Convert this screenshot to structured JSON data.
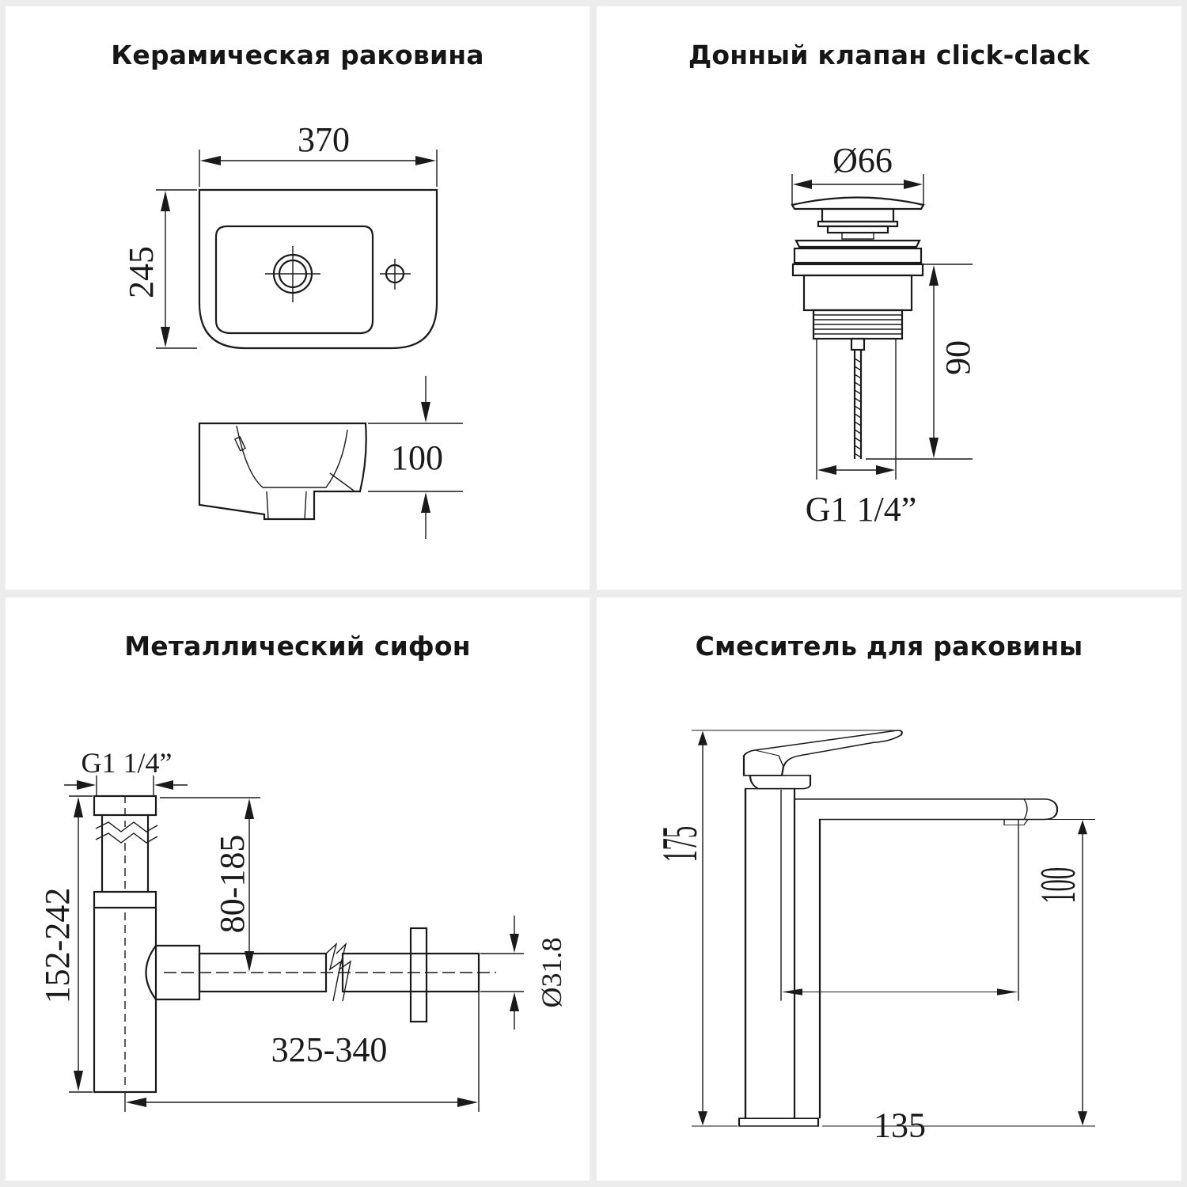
{
  "panels": [
    {
      "title": "Керамическая раковина",
      "dims": {
        "width": "370",
        "depth": "245",
        "height": "100"
      }
    },
    {
      "title": "Донный клапан click-clack",
      "dims": {
        "diameter": "Ø66",
        "height": "90",
        "thread": "G1 1/4”"
      }
    },
    {
      "title": "Металлический сифон",
      "dims": {
        "thread": "G1 1/4”",
        "adjust_height": "80-185",
        "total_height": "152-242",
        "length": "325-340",
        "pipe_diameter": "Ø31.8"
      }
    },
    {
      "title": "Смеситель для раковины",
      "dims": {
        "height": "175",
        "spout_height": "100",
        "spout_reach": "135"
      }
    }
  ]
}
